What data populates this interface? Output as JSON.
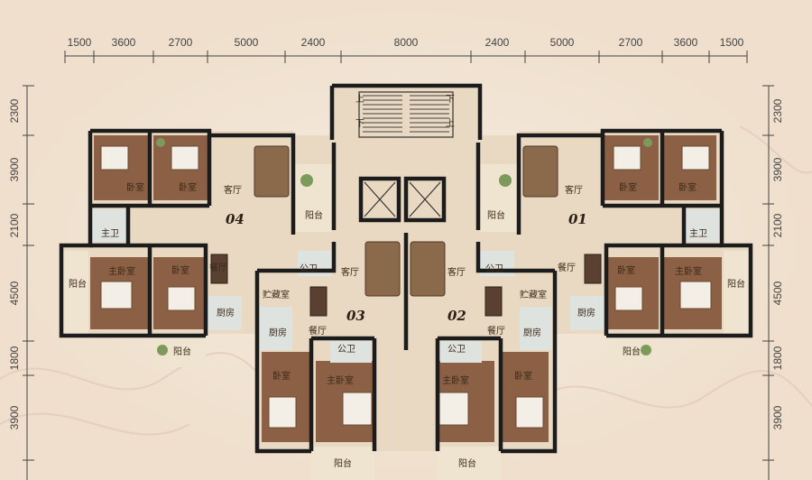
{
  "dimensions": {
    "top": [
      "1500",
      "3600",
      "2700",
      "5000",
      "2400",
      "8000",
      "2400",
      "5000",
      "2700",
      "3600",
      "1500"
    ],
    "left": [
      "2300",
      "3900",
      "2100",
      "4500",
      "1800",
      "3900"
    ],
    "right": [
      "2300",
      "3900",
      "2100",
      "4500",
      "1800",
      "3900"
    ]
  },
  "units": [
    "04",
    "01",
    "03",
    "02"
  ],
  "rooms": {
    "living": "客厅",
    "bedroom": "卧室",
    "master_bedroom": "主卧室",
    "balcony": "阳台",
    "dining": "餐厅",
    "kitchen": "厨房",
    "master_bath": "主卫",
    "public_bath": "公卫",
    "storage": "贮藏室"
  },
  "stairs": {
    "up": "上",
    "down": "下"
  }
}
